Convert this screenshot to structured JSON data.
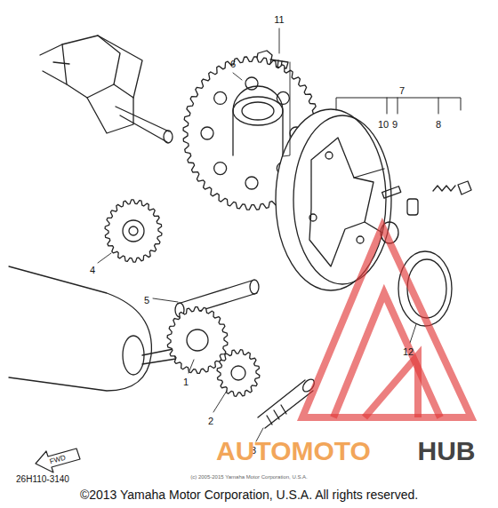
{
  "diagram": {
    "labels": [
      "11",
      "6",
      "7",
      "10",
      "9",
      "8",
      "4",
      "5",
      "12",
      "1",
      "2",
      "3",
      "FWD",
      "26H110-3140",
      "(c) 2005-2015 Yamaha Motor Corporation, U.S.A.",
      "AUTOMOTO",
      "HUB",
      "©2013 Yamaha Motor Corporation, U.S.A. All rights reserved."
    ]
  }
}
